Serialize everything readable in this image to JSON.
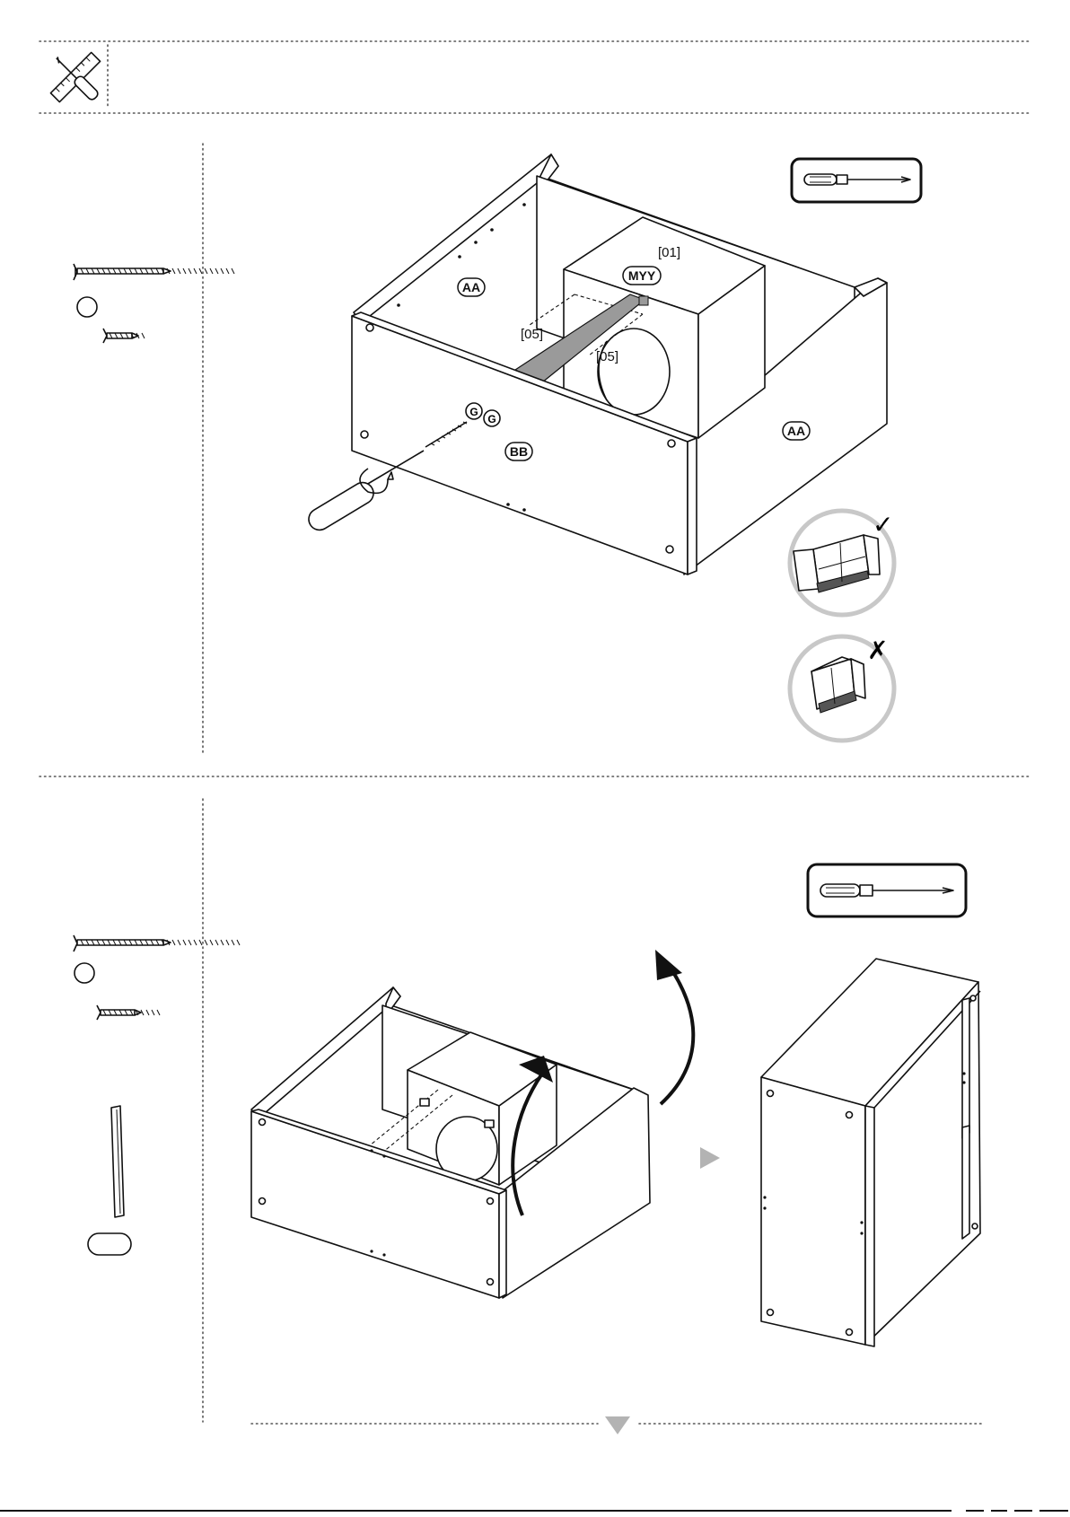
{
  "step1": {
    "labels": {
      "part_aa_left": "AA",
      "part_aa_right": "AA",
      "part_bb": "BB",
      "part_myy": "MYY",
      "ref_01": "[01]",
      "ref_05_left": "[05]",
      "ref_05_right": "[05]",
      "washer_1": "G",
      "washer_2": "G"
    },
    "tool": "screwdriver-icon",
    "hints": {
      "correct": "✓",
      "wrong": "✗"
    }
  },
  "step2": {
    "tool": "screwdriver-icon",
    "next_arrow": "play-icon"
  },
  "footer": {
    "continue_icon": "triangle-down-icon"
  },
  "colors": {
    "line": "#111111",
    "dots": "#555555",
    "hint_circle": "#c8c8c8",
    "rail_fill": "#9a9a9a",
    "arrow_fill": "#b3b3b3"
  }
}
